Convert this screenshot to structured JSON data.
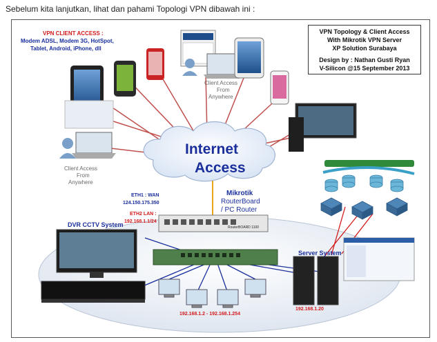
{
  "intro_text": "Sebelum kita lanjutkan, lihat dan pahami Topologi VPN dibawah ini :",
  "vpn_client_access": {
    "heading": "VPN CLIENT ACCESS :",
    "line1": "Modem ADSL, Modem 3G, HotSpot,",
    "line2": "Tablet, Android, iPhone, dll"
  },
  "title_box": {
    "line1": "VPN Topology & Client Access",
    "line2": "With Mikrotik VPN Server",
    "line3": "XP Solution Surabaya",
    "line4": "Design by : Nathan Gusti Ryan",
    "line5": "V-Silicon @15 September 2013"
  },
  "cloud": {
    "line1": "Internet",
    "line2": "Access"
  },
  "client_access_top": {
    "line1": "Client Access",
    "line2": "From",
    "line3": "Anywhere"
  },
  "client_access_left": {
    "line1": "Client Access",
    "line2": "From",
    "line3": "Anywhere"
  },
  "router": {
    "line1": "Mikrotik",
    "line2": "RouterBoard",
    "line3": "/ PC Router",
    "model": "RouterBOARD 1100"
  },
  "eth1": {
    "label": "ETH1 : WAN",
    "ip": "124.150.175.350"
  },
  "eth2": {
    "label": "ETH2 LAN :",
    "ip": "192.168.1.1/24"
  },
  "dvr_label": "DVR CCTV System",
  "server_label": "Server System",
  "client_range": "192.168.1.2 - 192.168.1.254",
  "server_ip": "192.168.1.20",
  "colors": {
    "cloud": "#eef3fb",
    "cloud_text": "#1a2f9c",
    "link_line": "#c0504d",
    "lan_line": "#1a2f9c",
    "wan_line": "#e8a317"
  }
}
